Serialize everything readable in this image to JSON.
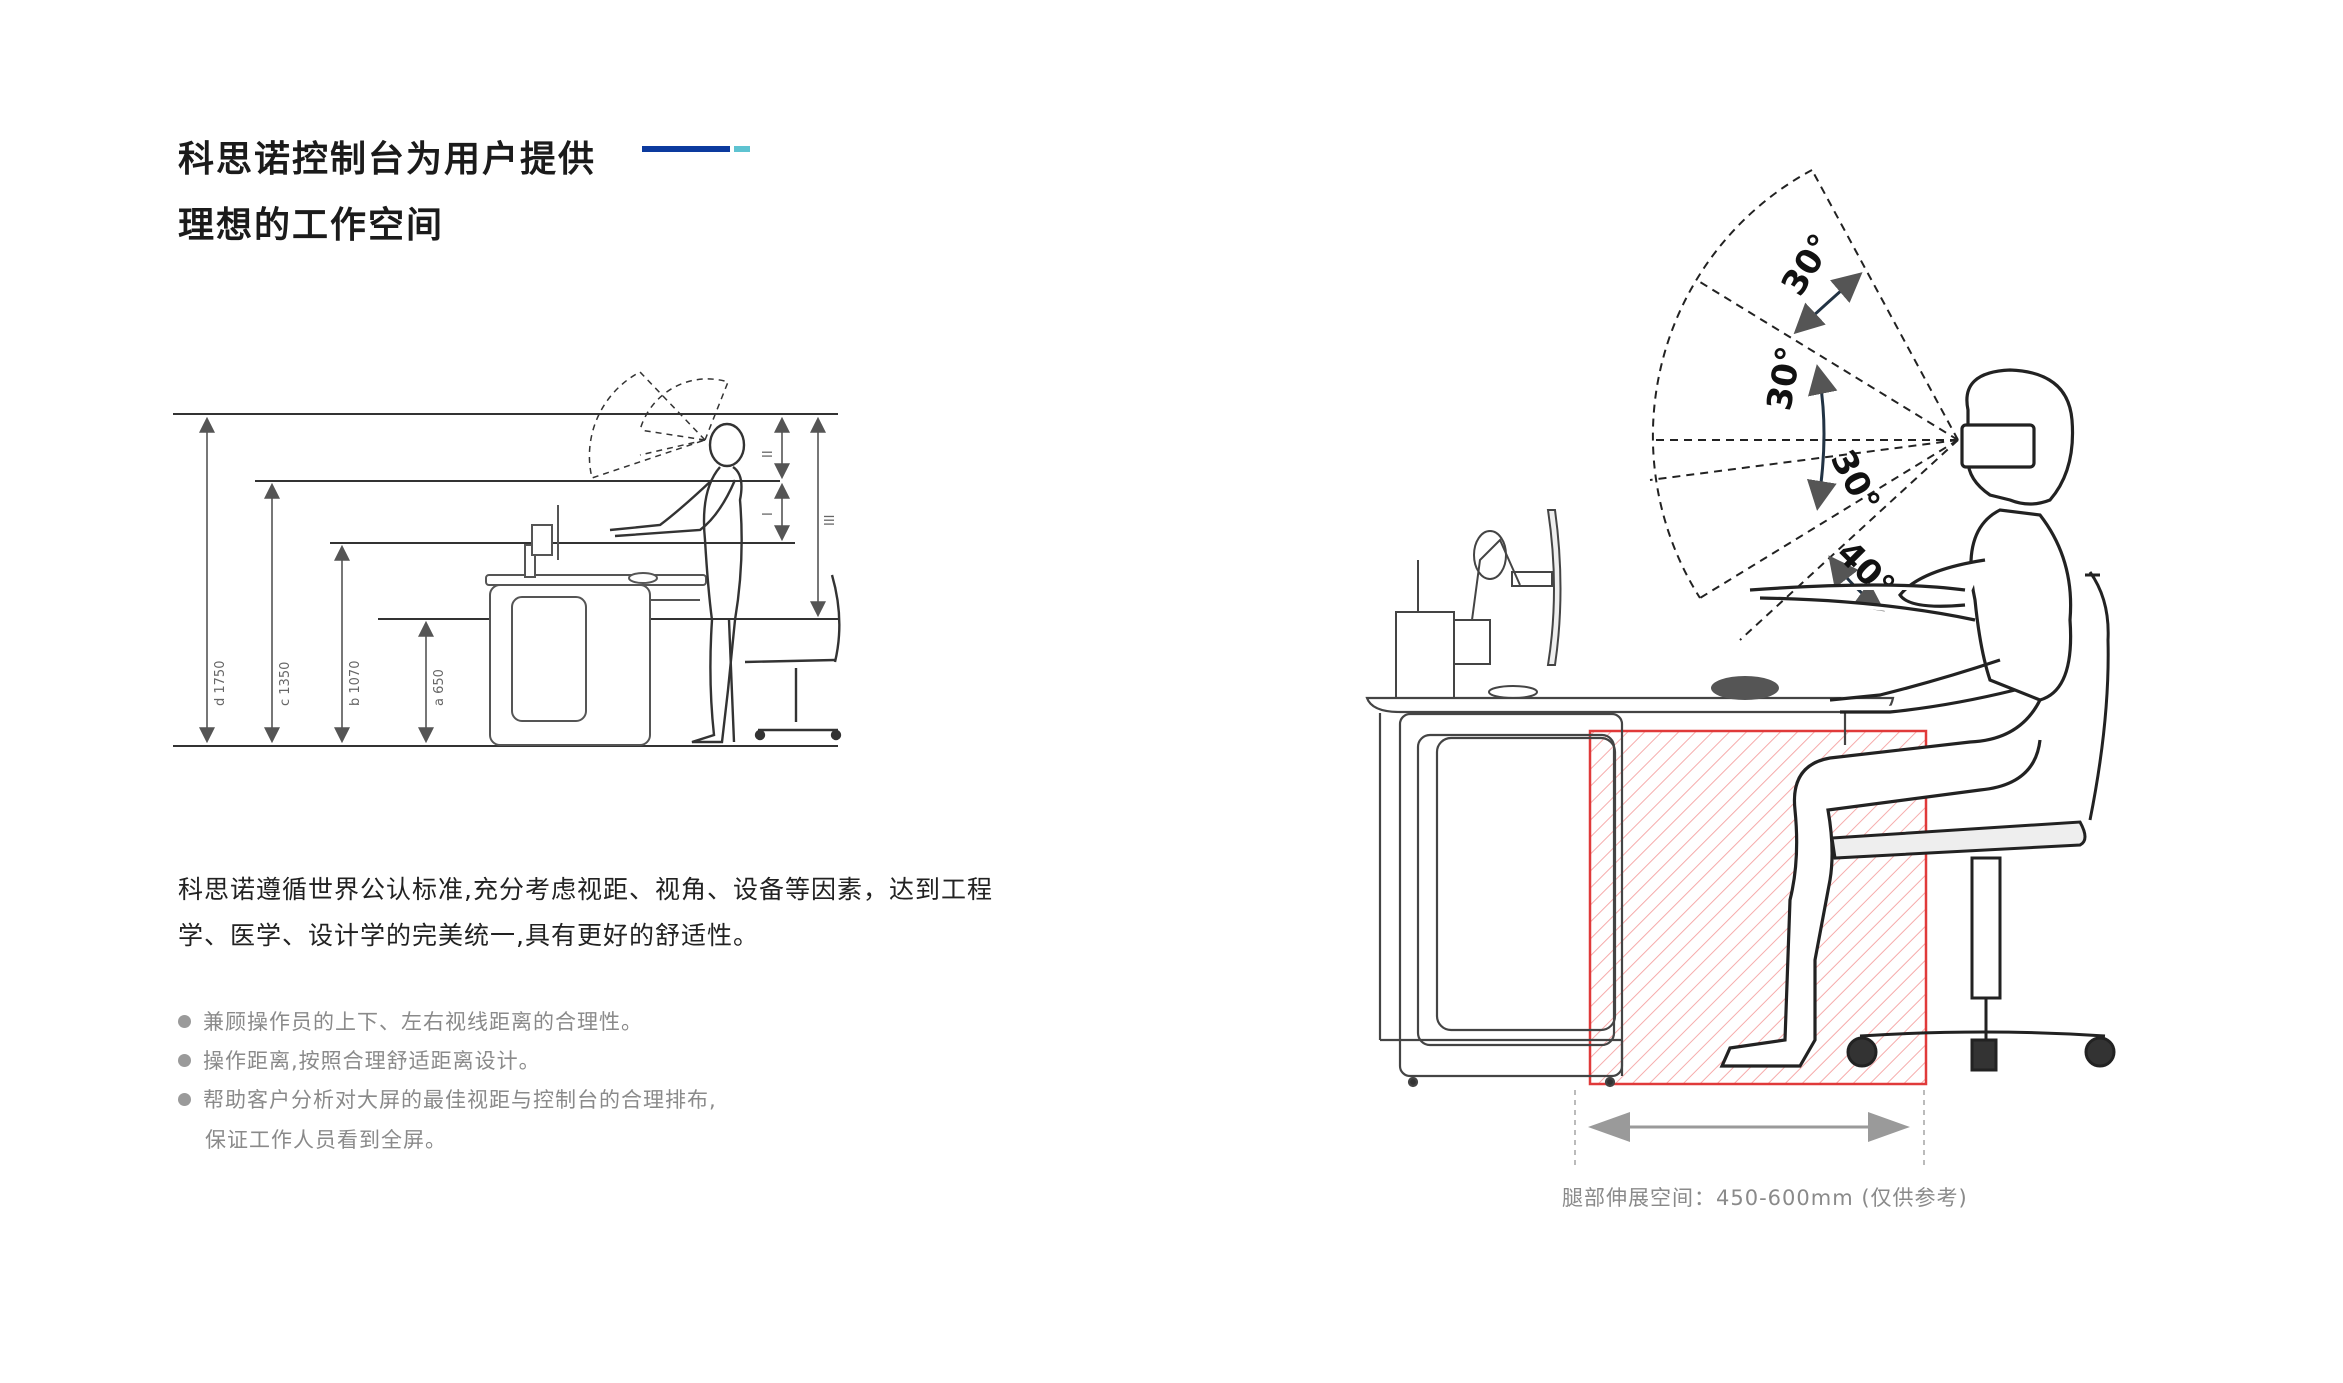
{
  "header": {
    "title_line_1": "科思诺控制台为用户提供",
    "title_line_2": "理想的工作空间",
    "accent_dark": "#0c3a9e",
    "accent_light": "#5ec3d1"
  },
  "description": {
    "line_1": "科思诺遵循世界公认标准,充分考虑视距、视角、设备等因素，达到工程",
    "line_2": "学、医学、设计学的完美统一,具有更好的舒适性。"
  },
  "bullets": [
    "兼顾操作员的上下、左右视线距离的合理性。",
    "操作距离,按照合理舒适距离设计。",
    "帮助客户分析对大屏的最佳视距与控制台的合理排布,",
    "保证工作人员看到全屏。"
  ],
  "left_diagram": {
    "height_labels": [
      "d 1750",
      "c 1350",
      "b 1070",
      "a 650"
    ],
    "zone_labels": [
      "II",
      "I",
      "III"
    ]
  },
  "right_diagram": {
    "angle_labels": [
      "30°",
      "30°",
      "30°",
      "40°"
    ],
    "legroom_caption": "腿部伸展空间：450-600mm (仅供参考)",
    "legroom_color": "#e03a3a"
  }
}
